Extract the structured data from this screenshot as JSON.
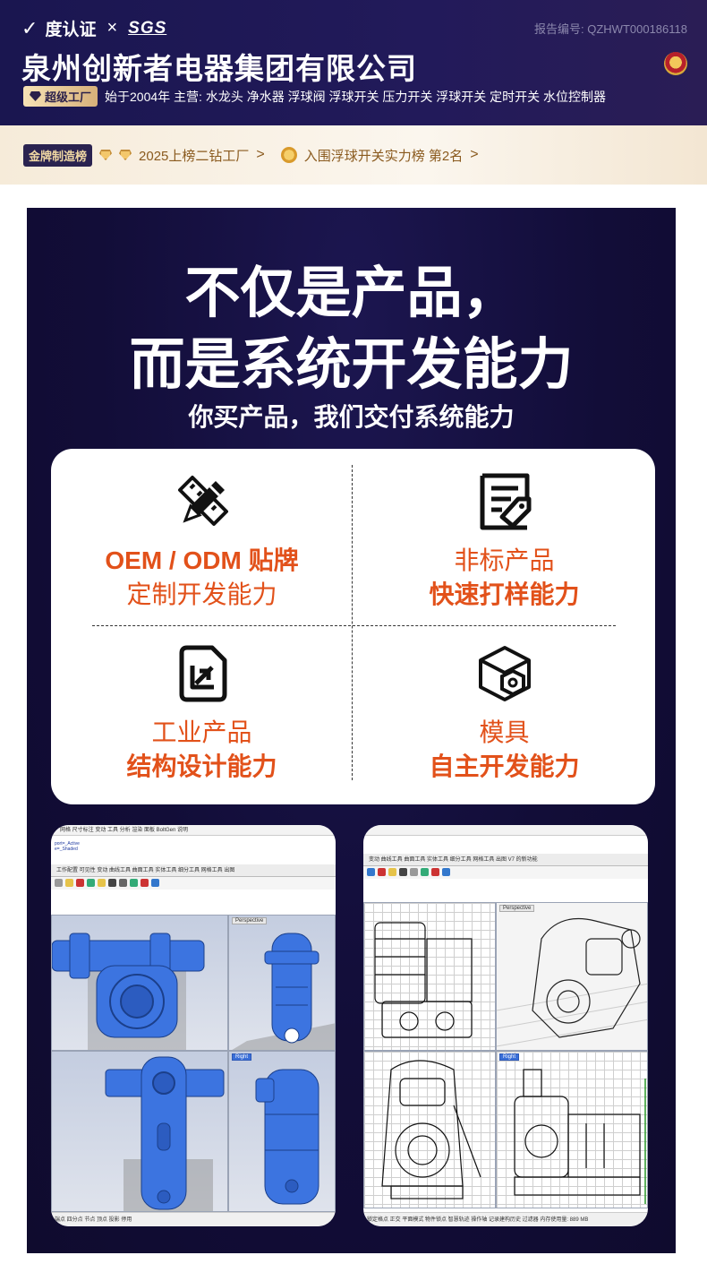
{
  "header": {
    "cert_baidu": "度认证",
    "cert_x": "×",
    "cert_sgs": "SGS",
    "report_no": "报告编号: QZHWT000186118",
    "company_name": "泉州创新者电器集团有限公司",
    "super_badge": "超级工厂",
    "info": "始于2004年  主营: 水龙头 净水器  浮球阀  浮球开关  压力开关  浮球开关  定时开关  水位控制器"
  },
  "rank_bar": {
    "gold_badge": "金牌制造榜",
    "rank_1": "2025上榜二钻工厂",
    "chev_1": ">",
    "rank_2": "入围浮球开关实力榜 第2名",
    "chev_2": ">"
  },
  "main": {
    "headline_1": "不仅是产品，",
    "headline_2": "而是系统开发能力",
    "subline": "你买产品，我们交付系统能力"
  },
  "capabilities": [
    {
      "icon": "pencil-ruler-icon",
      "line_1": "OEM / ODM 贴牌",
      "line_2": "定制开发能力"
    },
    {
      "icon": "document-tag-icon",
      "line_1": "非标产品",
      "line_2": "快速打样能力"
    },
    {
      "icon": "blueprint-icon",
      "line_1": "工业产品",
      "line_2": "结构设计能力"
    },
    {
      "icon": "box-gear-icon",
      "line_1": "模具",
      "line_2": "自主开发能力"
    }
  ],
  "cad_left": {
    "menubar": "网格  尺寸标注  变动  工具  分析  渲染  面板  BoltGen  说明",
    "cmd_1": "port=_Active",
    "cmd_2": "e=_Shaded",
    "tabs": "工作配置   可见性   变动   曲线工具   曲面工具   实体工具   细分工具   网格工具   出图",
    "vp_perspective": "Perspective",
    "vp_right": "Right",
    "status": "端点  四分点  节点  顶点  投影  停用"
  },
  "cad_right": {
    "tabs": "变动   曲线工具   曲面工具   实体工具   细分工具   网格工具   出图   V7 的新功能",
    "vp_perspective": "Perspective",
    "vp_right": "Right",
    "status": "锁定格点  正交  平面模式  物件锁点  智慧轨迹  操作轴  记录建构历史  过滤器  内存使用量: 889 MB"
  },
  "colors": {
    "header_bg": "#1a1650",
    "panel_bg": "#120d38",
    "accent_orange": "#e2511a",
    "cad_blue": "#3c74e0"
  }
}
